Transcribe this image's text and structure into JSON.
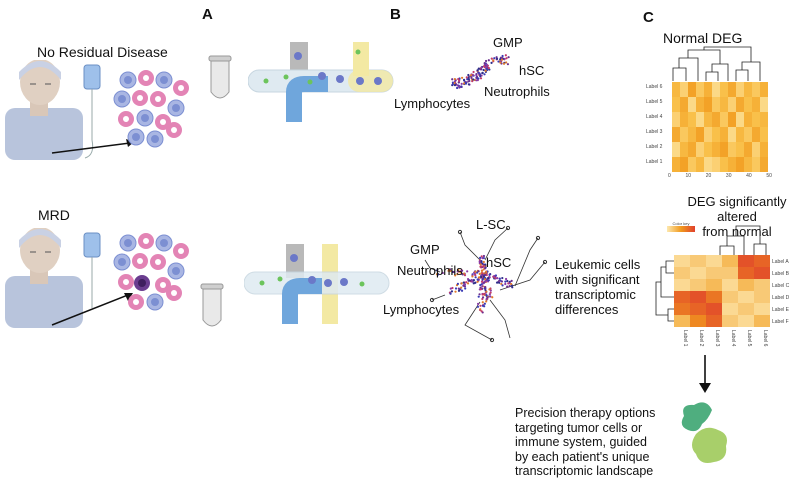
{
  "panels": {
    "a": "A",
    "b": "B",
    "c": "C"
  },
  "row1": {
    "title": "No Residual Disease",
    "umap_labels": {
      "gmp": "GMP",
      "hsc": "hSC",
      "neutrophils": "Neutrophils",
      "lymphocytes": "Lymphocytes"
    }
  },
  "row2": {
    "title": "MRD",
    "umap_labels": {
      "lsc": "L-SC",
      "gmp": "GMP",
      "hsc": "hSC",
      "neutrophils": "Neutrophils",
      "lymphocytes": "Lymphocytes"
    },
    "annotation": [
      "Leukemic cells",
      "with significant",
      "transcriptomic",
      "differences"
    ]
  },
  "heatmap1": {
    "title": "Normal DEG",
    "row_labels": [
      "Label 6",
      "Label 5",
      "Label 4",
      "Label 3",
      "Label 2",
      "Label 1"
    ],
    "x_ticks": [
      "0",
      "10",
      "20",
      "30",
      "40",
      "50"
    ]
  },
  "heatmap2": {
    "title": [
      "DEG significantly altered",
      "from normal"
    ],
    "color_key": "Color key",
    "row_labels": [
      "Label A",
      "Label B",
      "Label C",
      "Label D",
      "Label E",
      "Label F"
    ],
    "col_labels": [
      "Label 1",
      "Label 2",
      "Label 3",
      "Label 4",
      "Label 5",
      "Label 6"
    ]
  },
  "therapy_text": [
    "Precision therapy options",
    "targeting tumor cells or",
    "immune system, guided",
    "by each patient's unique",
    "transcriptomic landscape"
  ],
  "colors": {
    "heat_light": "#fde9b0",
    "heat_mid": "#f9c04a",
    "heat_dark": "#f19a1e",
    "heat_red": "#e0402c",
    "cell_blue": "#a9b6e3",
    "cell_pink": "#e384b5",
    "tube_blue": "#6fa6dc",
    "tube_yellow": "#f3e9a3",
    "tube_gray": "#b9b9b9",
    "drug_green": "#4fae7f"
  },
  "heatmap1_values": [
    [
      0.6,
      0.3,
      0.9,
      0.4,
      0.7,
      0.2,
      0.5,
      0.8,
      0.3,
      0.6,
      0.4,
      0.7
    ],
    [
      0.5,
      0.8,
      0.2,
      0.7,
      0.9,
      0.4,
      0.6,
      0.3,
      0.8,
      0.5,
      0.7,
      0.2
    ],
    [
      0.3,
      0.7,
      0.5,
      0.2,
      0.6,
      0.8,
      0.4,
      0.9,
      0.2,
      0.7,
      0.5,
      0.6
    ],
    [
      0.8,
      0.4,
      0.6,
      0.9,
      0.3,
      0.5,
      0.7,
      0.2,
      0.6,
      0.4,
      0.8,
      0.5
    ],
    [
      0.2,
      0.6,
      0.8,
      0.3,
      0.5,
      0.7,
      0.9,
      0.4,
      0.5,
      0.8,
      0.3,
      0.7
    ],
    [
      0.7,
      0.9,
      0.4,
      0.6,
      0.2,
      0.3,
      0.5,
      0.7,
      0.9,
      0.6,
      0.4,
      0.8
    ]
  ],
  "heatmap2_values": [
    [
      0.1,
      0.2,
      0.1,
      0.3,
      0.9,
      0.8
    ],
    [
      0.2,
      0.1,
      0.2,
      0.2,
      0.8,
      0.9
    ],
    [
      0.1,
      0.2,
      0.3,
      0.1,
      0.3,
      0.2
    ],
    [
      0.8,
      0.9,
      0.7,
      0.2,
      0.1,
      0.2
    ],
    [
      0.7,
      0.8,
      0.9,
      0.1,
      0.2,
      0.1
    ],
    [
      0.3,
      0.6,
      0.8,
      0.2,
      0.1,
      0.3
    ]
  ]
}
